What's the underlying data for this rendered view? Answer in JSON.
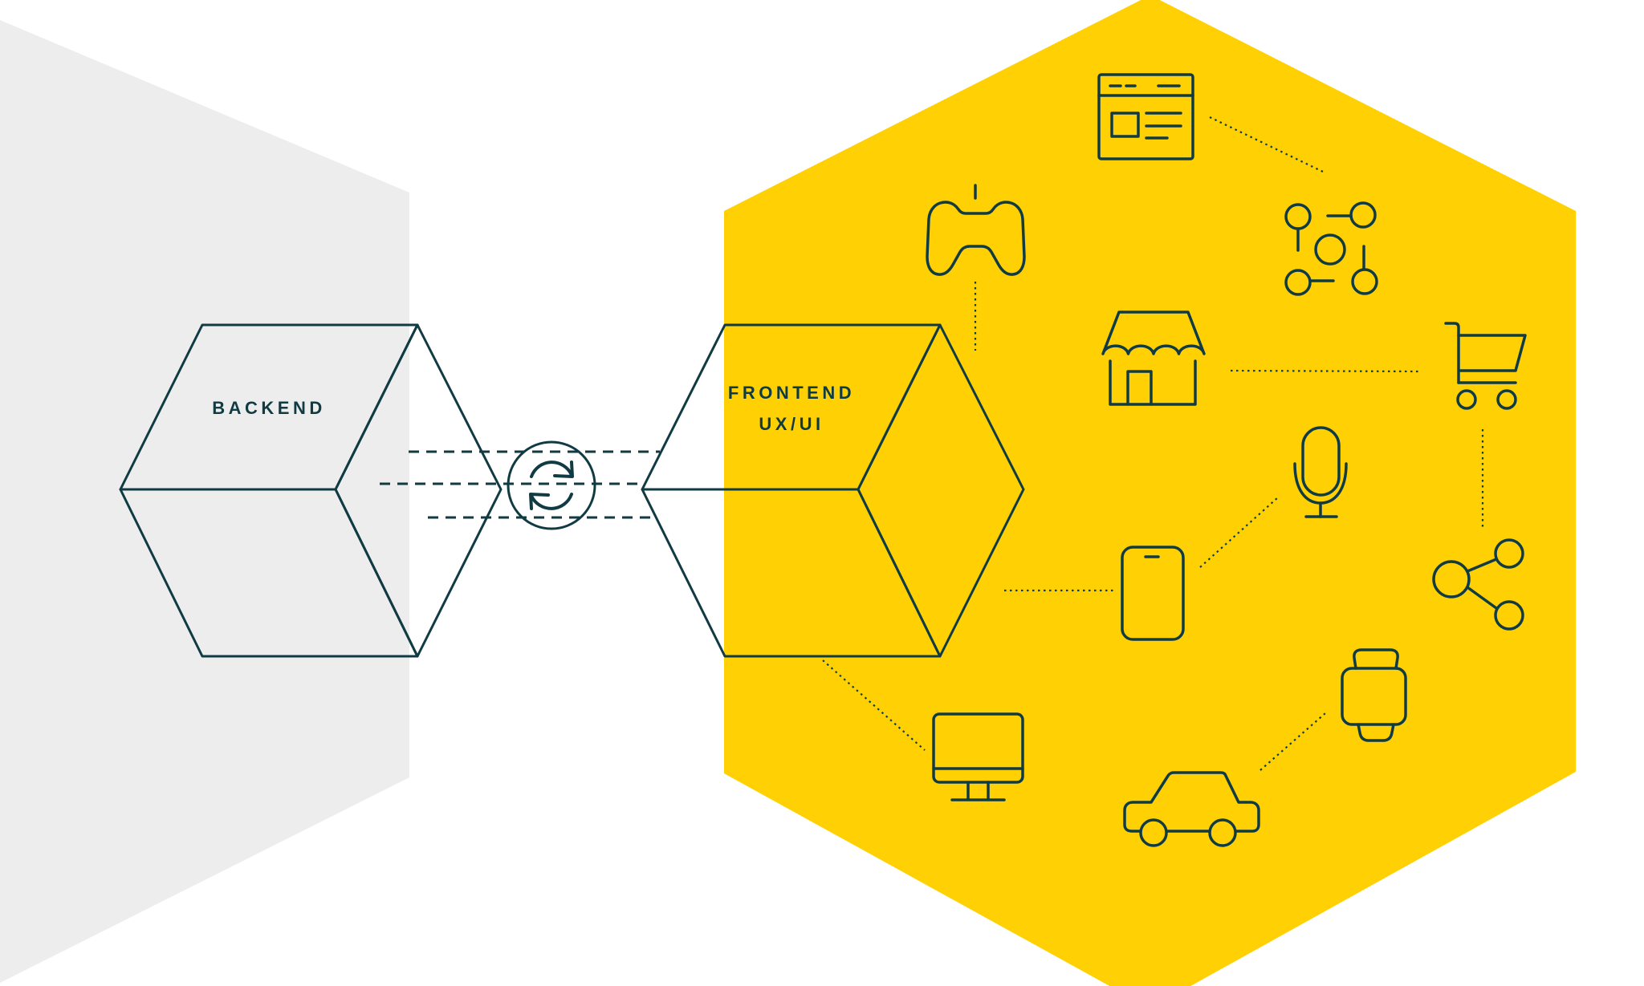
{
  "colors": {
    "background": "#FFFFFF",
    "gray_panel": "#EDEDED",
    "yellow_hex": "#FFD104",
    "blue_face": "#3FA1E8",
    "orange_face": "#EE7133",
    "teal_sync": "#32C7A7",
    "white_face": "#FFFFFF",
    "ink": "#113B43"
  },
  "backend_cube": {
    "label": "BACKEND"
  },
  "frontend_cube": {
    "label_line1": "FRONTEND",
    "label_line2": "UX/UI"
  },
  "sync": {
    "icon": "sync-refresh-arrows"
  },
  "device_icons": [
    {
      "name": "browser-window"
    },
    {
      "name": "game-controller"
    },
    {
      "name": "network-nodes"
    },
    {
      "name": "storefront"
    },
    {
      "name": "shopping-cart"
    },
    {
      "name": "microphone"
    },
    {
      "name": "tablet"
    },
    {
      "name": "share"
    },
    {
      "name": "smartwatch"
    },
    {
      "name": "car"
    },
    {
      "name": "desktop-monitor"
    }
  ]
}
